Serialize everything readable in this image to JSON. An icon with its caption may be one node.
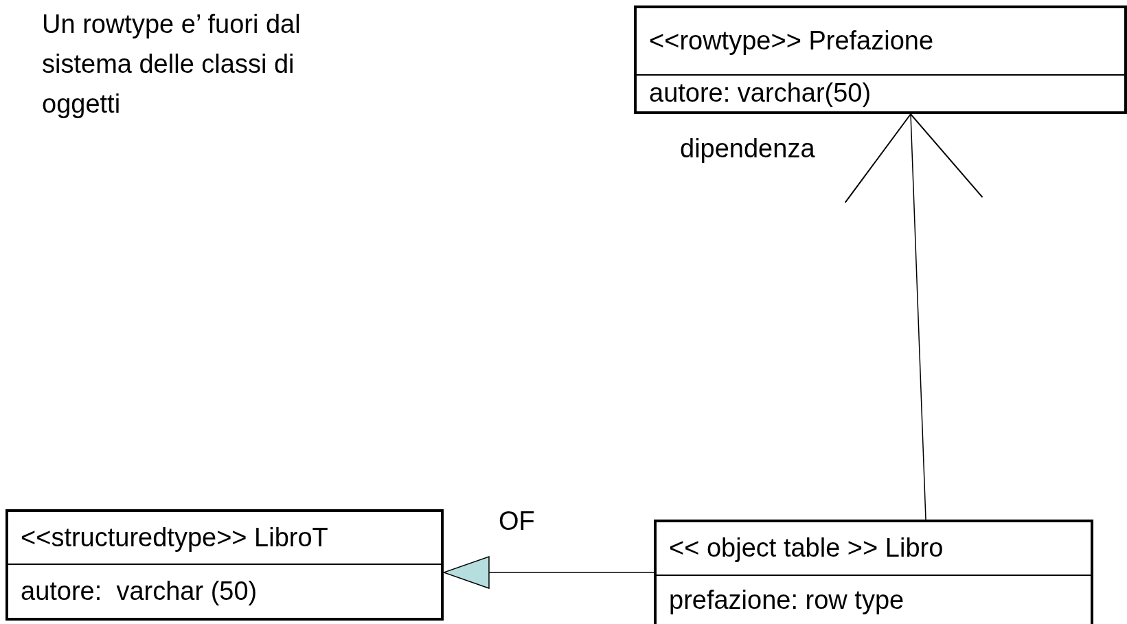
{
  "diagram": {
    "nodes": [
      {
        "text": [
          "<<rowtype>> Prefazione",
          "autore: varchar(50)"
        ]
      },
      {
        "text": [
          "<<structuredtype>> LibroT",
          "autore:  varchar (50)"
        ]
      },
      {
        "text": [
          "<< object table >> Libro",
          "prefazione: row type"
        ]
      }
    ],
    "edges": [
      {
        "from": 2,
        "to": 0,
        "arrow": "to",
        "label": "dipendenza"
      },
      {
        "from": 2,
        "to": 1,
        "arrow": "to",
        "label": "OF"
      }
    ],
    "labels": [
      "Un rowtype e’ fuori dal sistema delle classi di oggetti"
    ]
  }
}
